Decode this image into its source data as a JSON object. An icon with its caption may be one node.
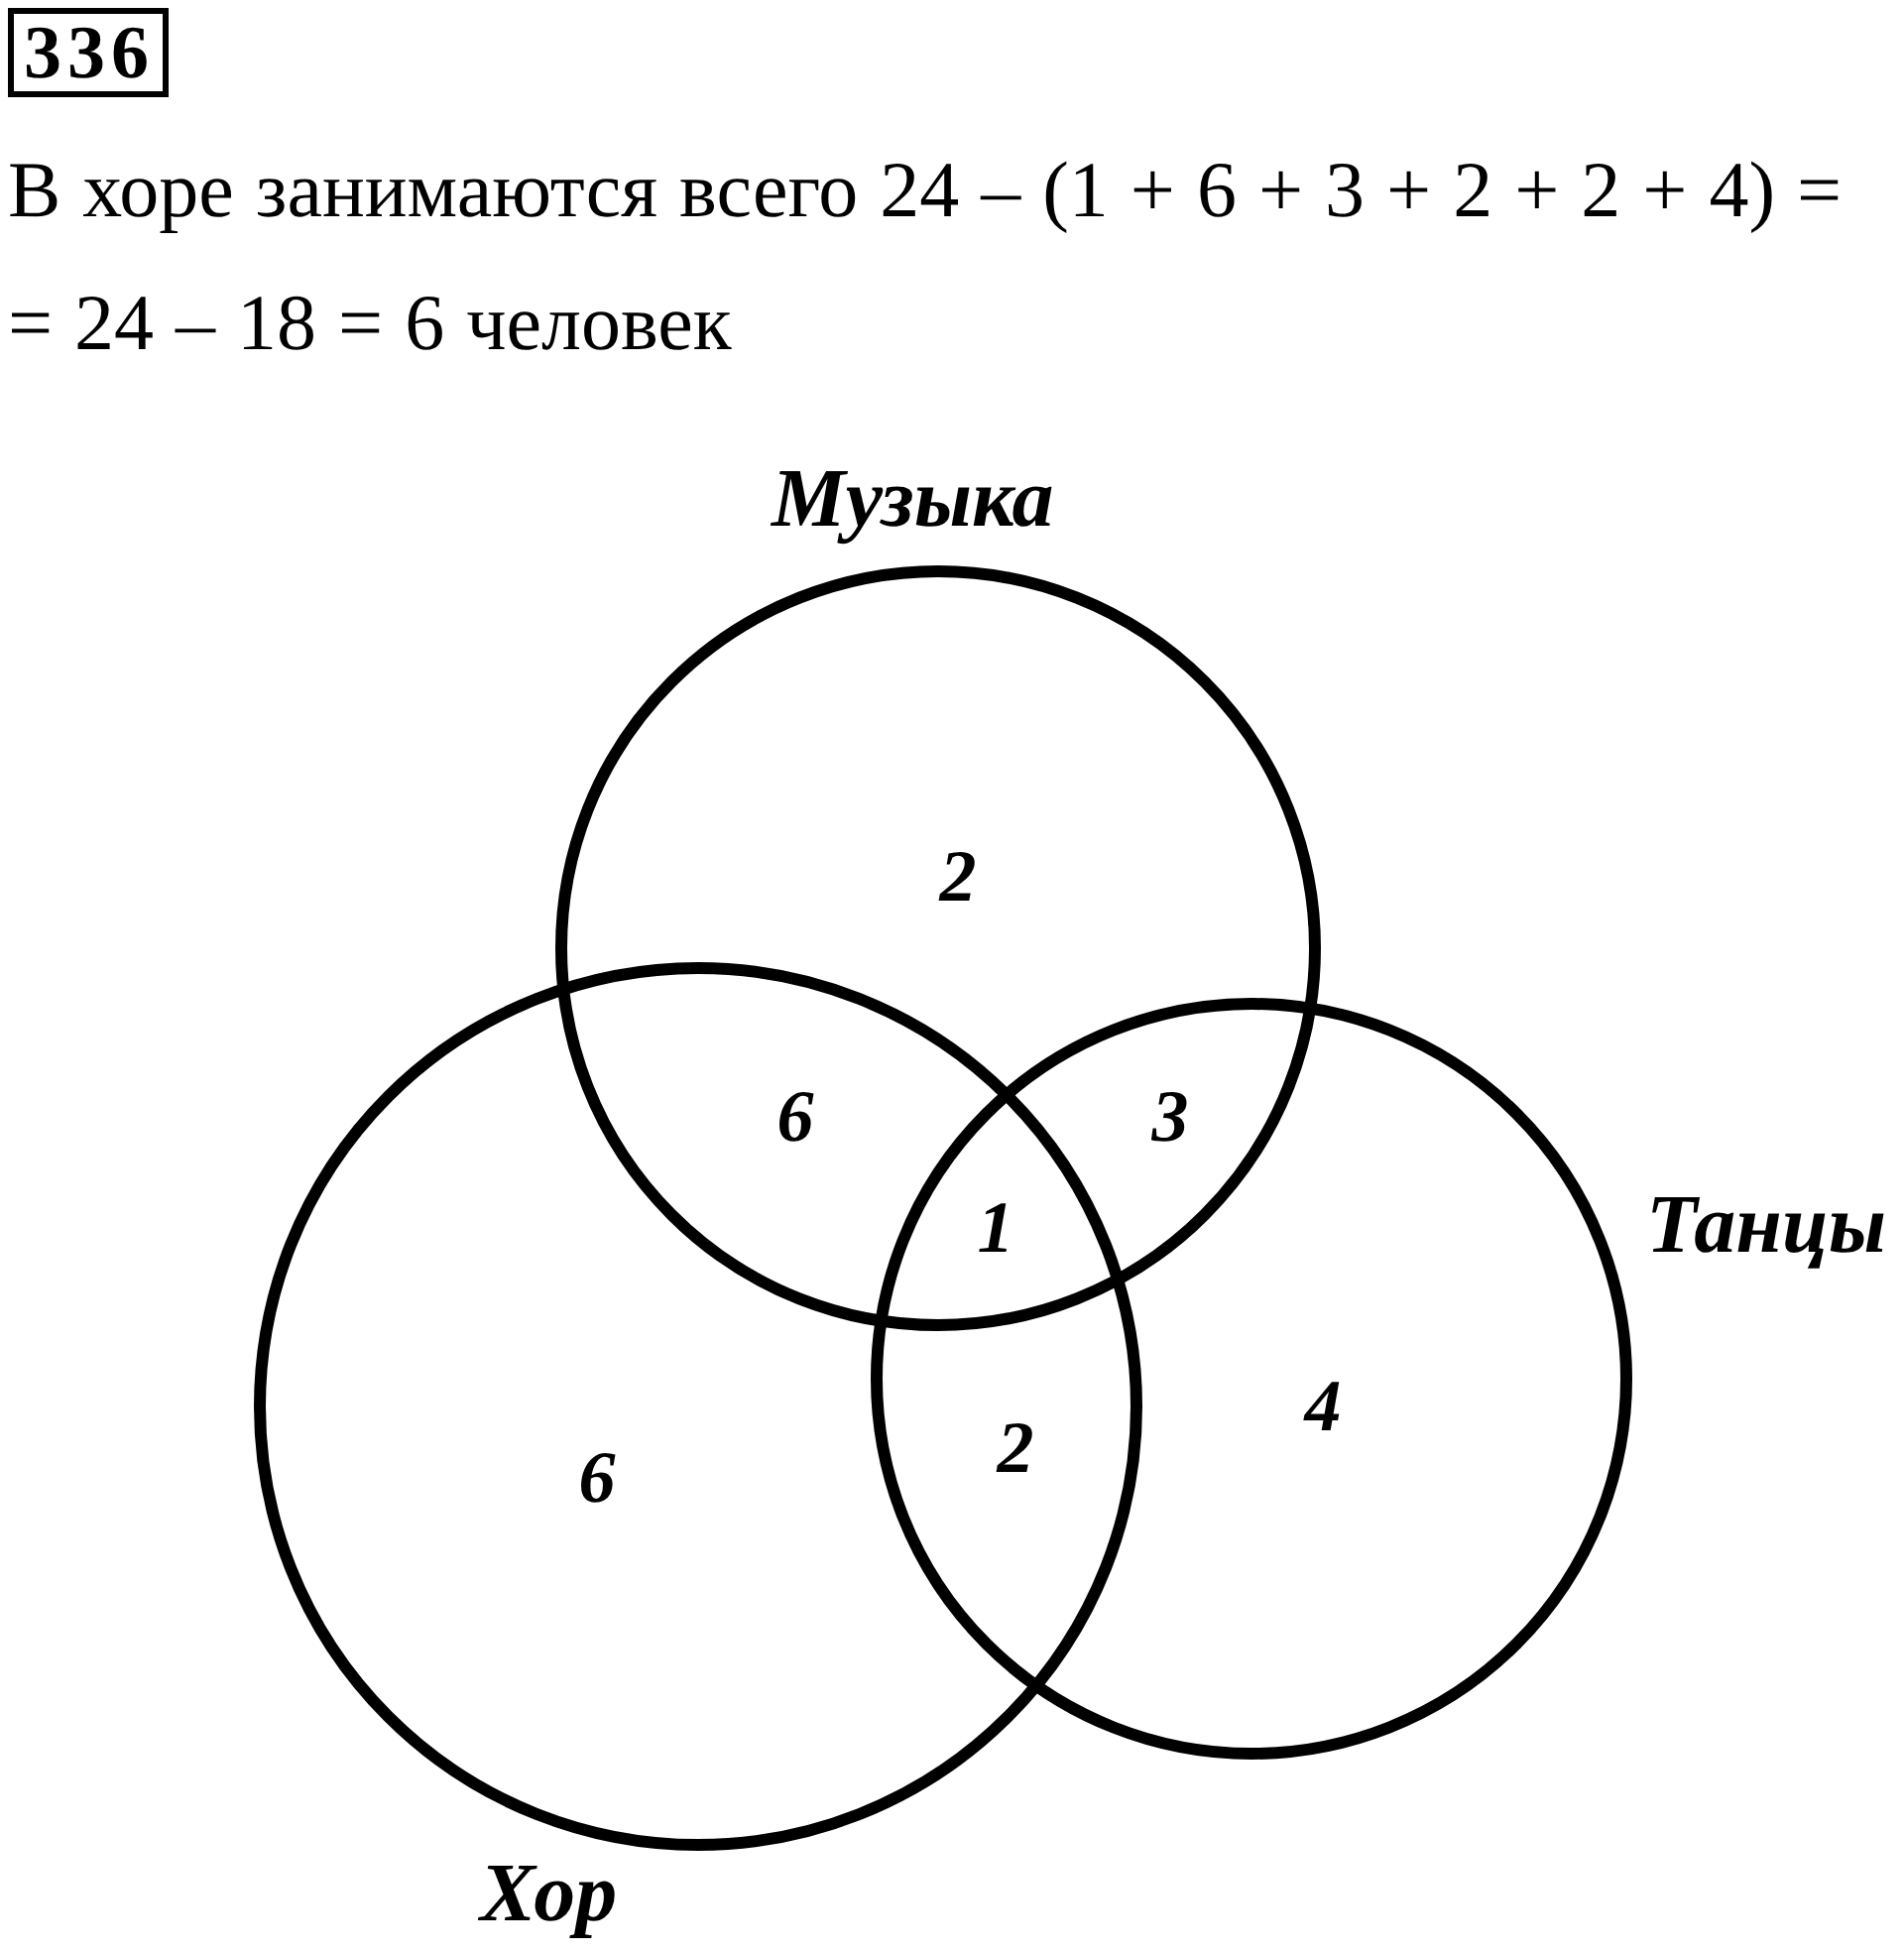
{
  "diagram": {
    "title": "336",
    "nodes": [
      {
        "text": [
          "Музыка"
        ]
      },
      {
        "text": [
          "Хор"
        ]
      },
      {
        "text": [
          "Танцы"
        ]
      }
    ],
    "labels": [
      "В хоре занимаются всего 24 – (1 + 6 + 3 + 2 + 2 + 4) = = 24 – 18 = 6 человек",
      "2",
      "6",
      "3",
      "1",
      "6",
      "2",
      "4"
    ]
  }
}
